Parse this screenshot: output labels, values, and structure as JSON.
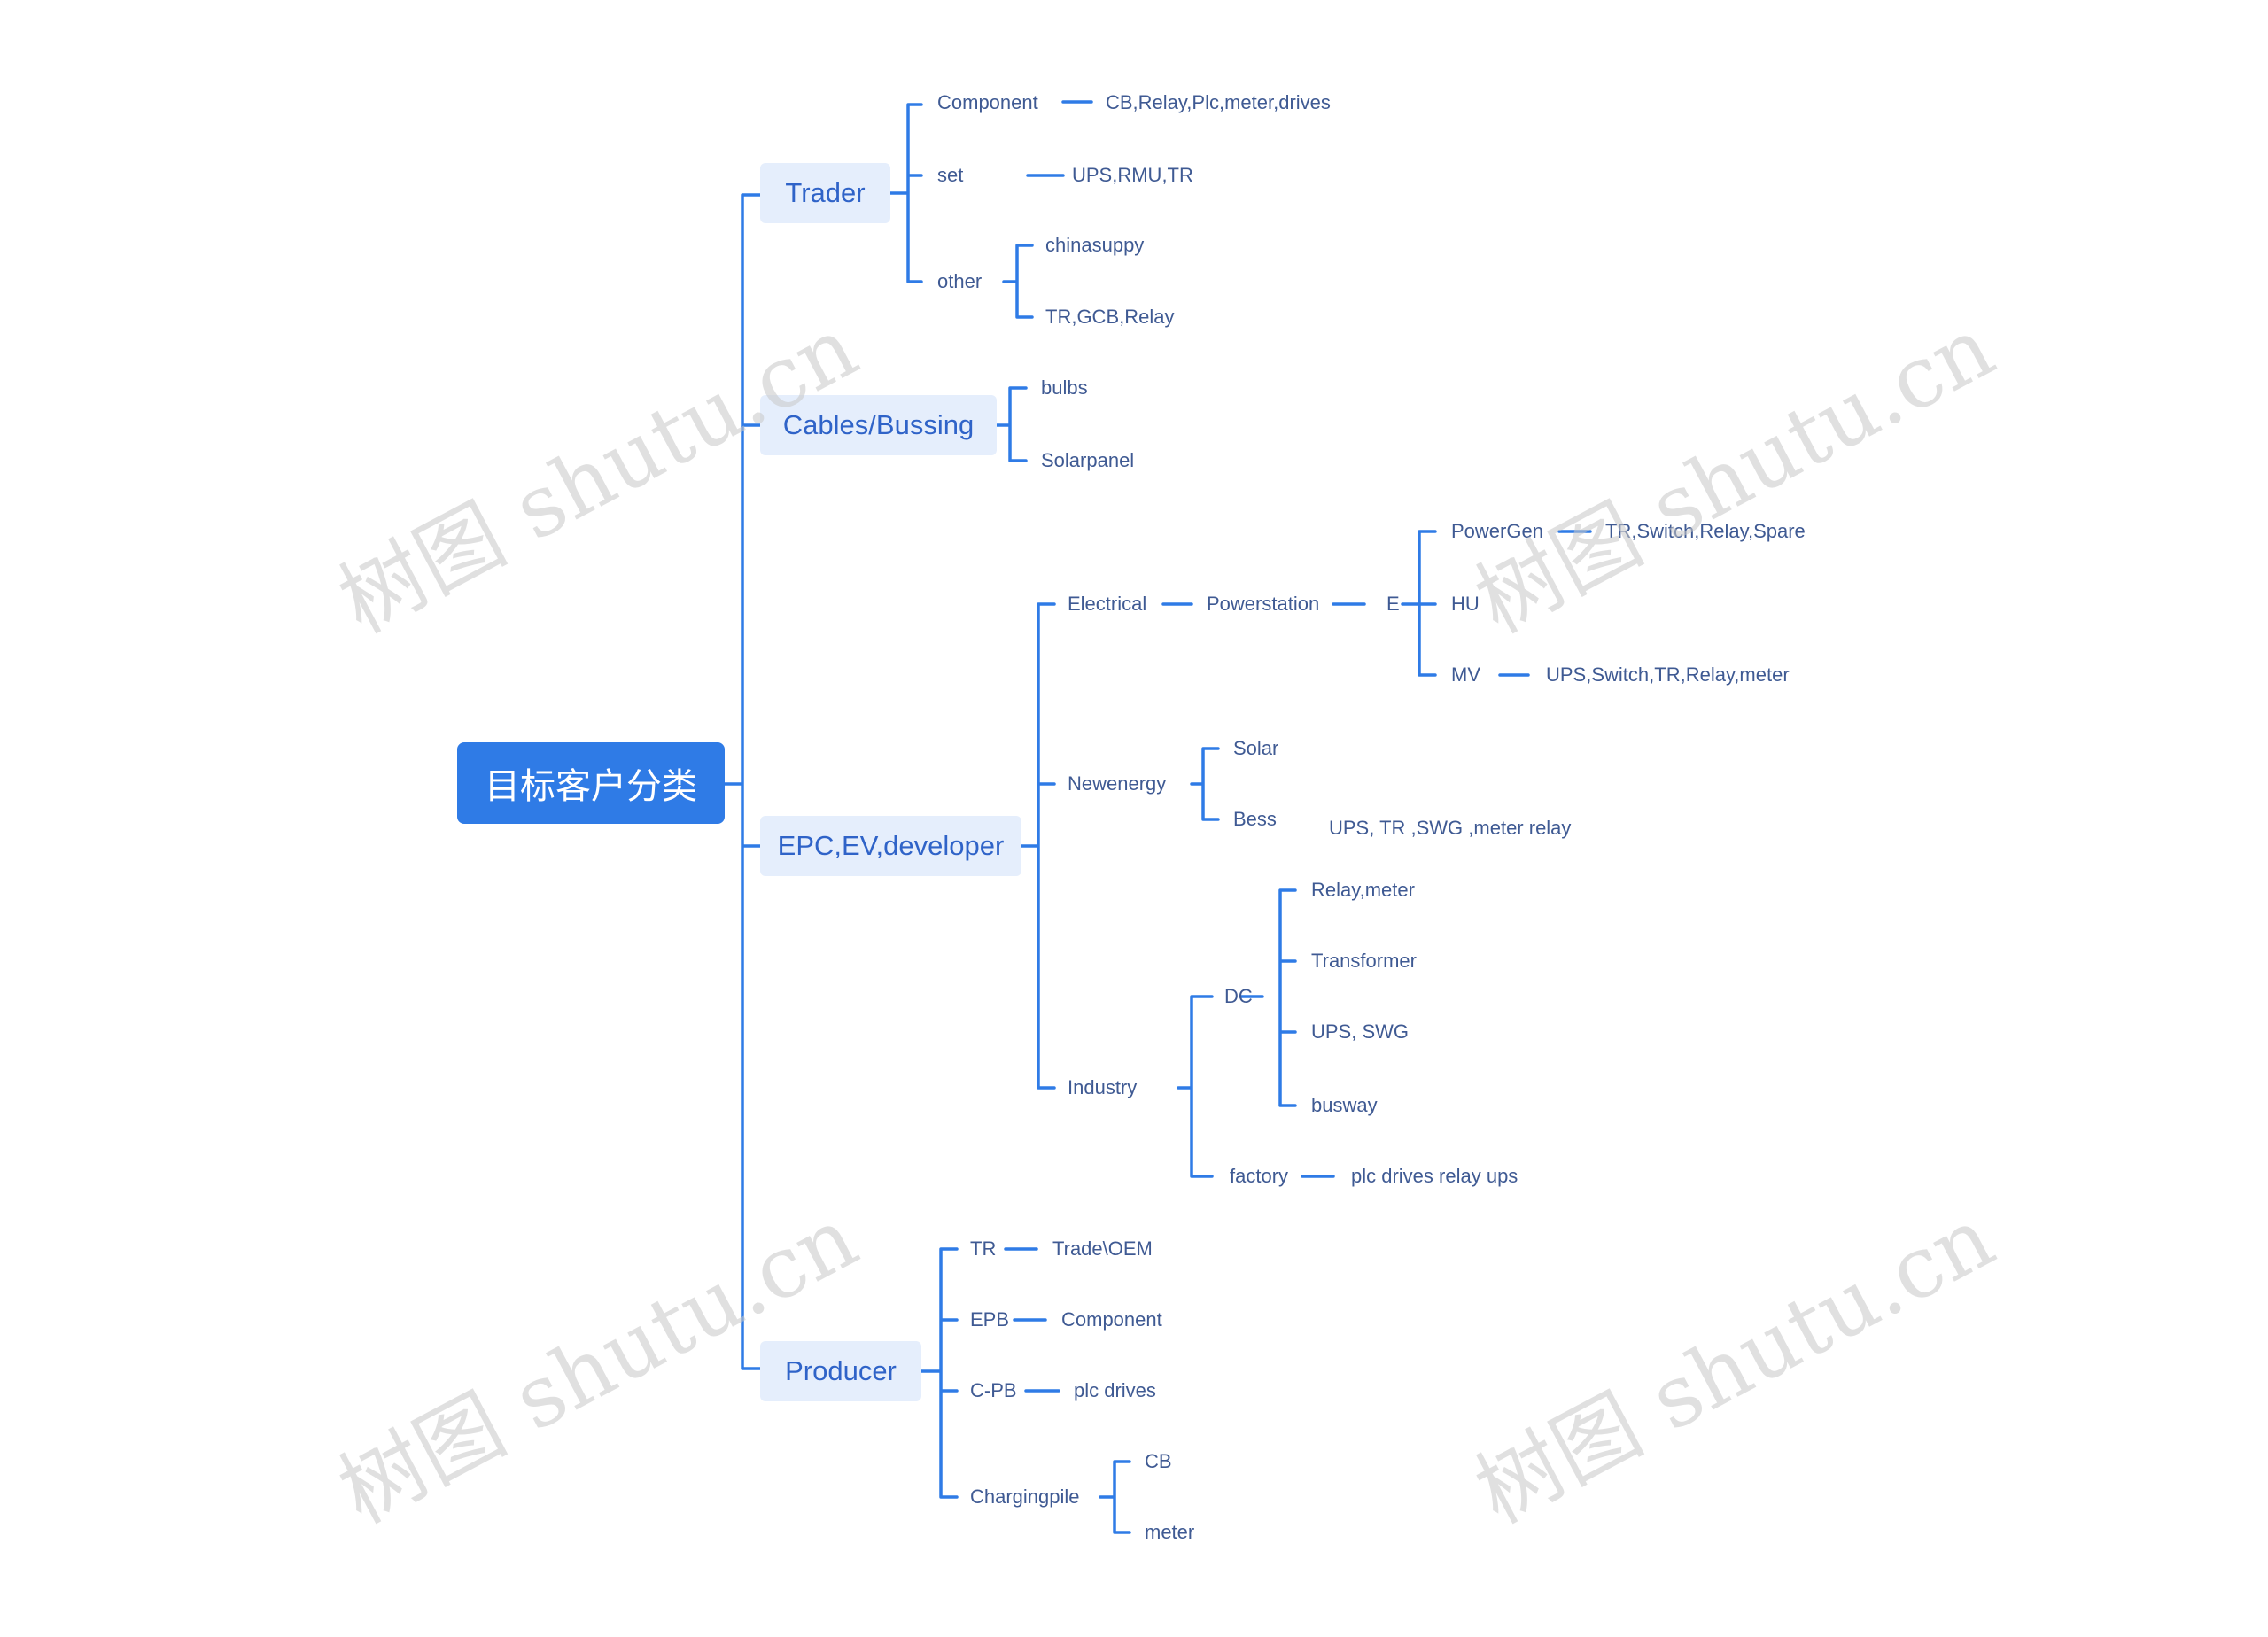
{
  "mindmap": {
    "root": "目标客户分类",
    "trader": {
      "label": "Trader",
      "component": "Component",
      "component_items": "CB,Relay,Plc,meter,drives",
      "set": "set",
      "set_items": "UPS,RMU,TR",
      "other": "other",
      "other_item_1": "chinasuppy",
      "other_item_2": "TR,GCB,Relay"
    },
    "cables": {
      "label": "Cables/Bussing",
      "item_1": "bulbs",
      "item_2": "Solarpanel"
    },
    "epc": {
      "label": "EPC,EV,developer",
      "electrical": "Electrical",
      "powerstation": "Powerstation",
      "e": "E",
      "powergen": "PowerGen",
      "powergen_items": "TR,Switch,Relay,Spare",
      "hu": "HU",
      "mv": "MV",
      "mv_items": "UPS,Switch,TR,Relay,meter",
      "newenergy": "Newenergy",
      "solar": "Solar",
      "bess": "Bess",
      "bess_items": "UPS, TR ,SWG ,meter relay",
      "industry": "Industry",
      "dc": "DC",
      "dc_item_1": "Relay,meter",
      "dc_item_2": "Transformer",
      "dc_item_3": "UPS, SWG",
      "dc_item_4": "busway",
      "factory": "factory",
      "factory_items": "plc drives relay ups"
    },
    "producer": {
      "label": "Producer",
      "tr": "TR",
      "tr_items": "Trade\\OEM",
      "epb": "EPB",
      "epb_items": "Component",
      "cpb": "C-PB",
      "cpb_items": "plc drives",
      "chargingpile": "Chargingpile",
      "cp_item_1": "CB",
      "cp_item_2": "meter"
    }
  },
  "watermark": "树图 shutu.cn",
  "colors": {
    "line": "#2f7be6",
    "root_fill": "#2f7be6",
    "branch_fill": "#e5eefc",
    "branch_text": "#2f63c8",
    "leaf_text": "#3f5a93"
  }
}
